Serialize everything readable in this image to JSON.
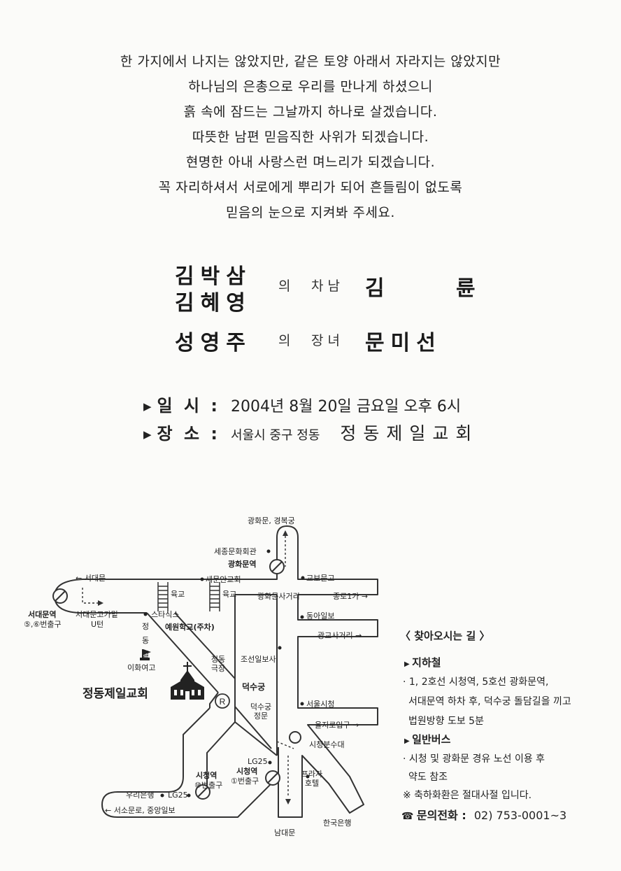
{
  "poem": [
    "한 가지에서 나지는 않았지만, 같은 토양 아래서 자라지는 않았지만",
    "하나님의 은총으로 우리를 만나게 하셨으니",
    "흙 속에 잠드는 그날까지 하나로 살겠습니다.",
    "따뜻한 남편 믿음직한 사위가 되겠습니다.",
    "현명한 아내 사랑스런 며느리가 되겠습니다.",
    "꼭 자리하셔서 서로에게 뿌리가 되어 흔들림이 없도록",
    "믿음의 눈으로 지켜봐 주세요."
  ],
  "groom": {
    "father": "김박삼",
    "mother": "김혜영",
    "particle": "의",
    "relation": "차남",
    "name": "김 륜"
  },
  "bride": {
    "parent": "성영주",
    "particle": "의",
    "relation": "장녀",
    "name": "문미선"
  },
  "event": {
    "date_label": "일 시 :",
    "date": "2004년 8월 20일 금요일 오후 6시",
    "place_label": "장 소 :",
    "address": "서울시 중구 정동",
    "venue": "정동제일교회"
  },
  "map": {
    "labels": {
      "gwanghwamun_gyeongbokgung": "광화문, 경복궁",
      "sejong_center": "세종문화회관",
      "gwanghwamun_station": "광화문역",
      "saemunan_church": "새문안교회",
      "kyobo": "교보문고",
      "to_seodaemun": "← 서대문",
      "yukgyo1": "육교",
      "yukgyo2": "육교",
      "gwanghwamun_intersection": "광화문사거리",
      "to_jongno": "종로1가 →",
      "seodaemun_station": "서대문역",
      "seodaemun_exit": "⑤,⑥번출구",
      "seodaemun_uturn": "서대문고가밑",
      "uturn": "U턴",
      "starsix": "스타식스",
      "yewon_school": "예원학교(주차)",
      "jeongdonggil": "정동길",
      "donga": "동아일보",
      "to_gwanggyo": "광교사거리 →",
      "chosun": "조선일보사",
      "ewha": "이화여고",
      "jeongdong_theater": "정동극장",
      "church_label": "정동제일교회",
      "deoksugung": "덕수궁",
      "deoksugung_gate": "덕수궁정문",
      "seoul_cityhall": "서울시청",
      "to_euljiro": "을지로입구 →",
      "city_annex": "시청분수대",
      "lg25_top": "LG25",
      "cityhall_station_right": "시청역",
      "cityhall_exit1": "①번출구",
      "plaza_hotel": "프라자호텔",
      "cityhall_station_left": "시청역",
      "cityhall_exit10": "⑩번출구",
      "woori_bank": "우리은행",
      "lg25_bottom": "LG25",
      "to_seosomun": "← 서소문로, 중앙일보",
      "bank_of_korea": "한국은행",
      "namdaemun": "남대문"
    }
  },
  "directions": {
    "title": "〈 찾아오시는 길 〉",
    "subway_heading": "지하철",
    "subway_lines": [
      "· 1, 2호선 시청역, 5호선 광화문역,",
      "서대문역 하차 후, 덕수궁 돌담길을 끼고",
      "법원방향 도보 5분"
    ],
    "bus_heading": "일반버스",
    "bus_lines": [
      "· 시청 및 광화문 경유 노선 이용 후",
      "약도 참조"
    ],
    "note": "※ 축하화환은 절대사절 입니다.",
    "phone_label": "문의전화 :",
    "phone": "02) 753-0001~3"
  }
}
